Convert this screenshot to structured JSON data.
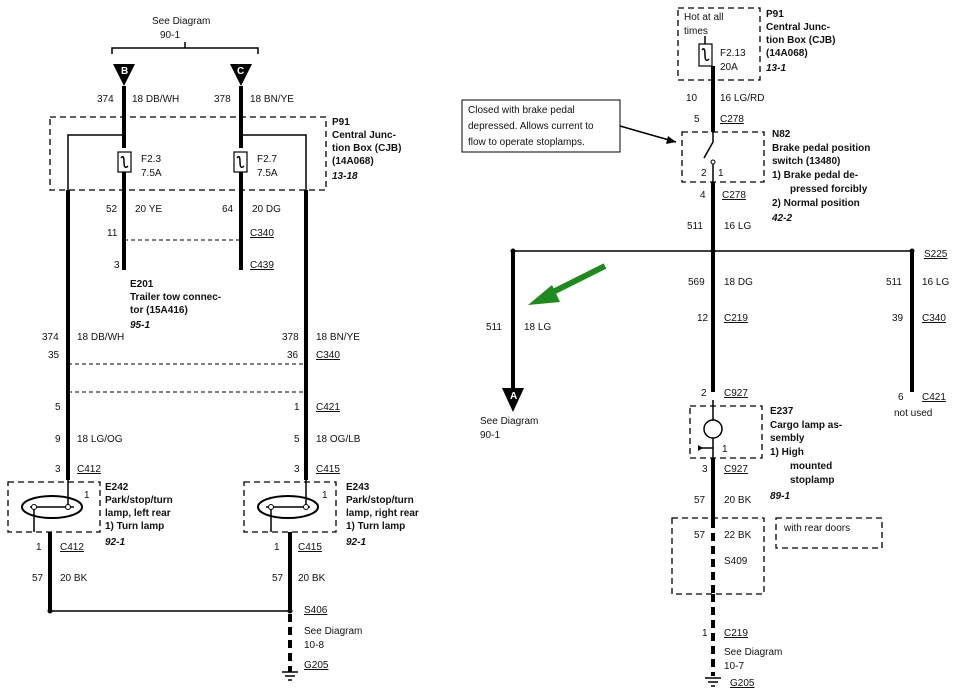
{
  "left": {
    "see_top": [
      "See Diagram",
      "90-1"
    ],
    "conn_b": "B",
    "conn_c": "C",
    "w_374a": "374",
    "w_374a_wire": "18 DB/WH",
    "w_378a": "378",
    "w_378a_wire": "18 BN/YE",
    "p91": [
      "P91",
      "Central Junc-",
      "tion Box (CJB)",
      "(14A068)"
    ],
    "p91_ref": "13-18",
    "f23": [
      "F2.3",
      "7.5A"
    ],
    "f27": [
      "F2.7",
      "7.5A"
    ],
    "w52": "52",
    "w52_wire": "20 YE",
    "w64": "64",
    "w64_wire": "20 DG",
    "pin11": "11",
    "c340a": "C340",
    "pin3a": "3",
    "c439": "C439",
    "e201": [
      "E201",
      "Trailer tow connec-",
      "tor (15A416)"
    ],
    "e201_ref": "95-1",
    "w_374b": "374",
    "w_374b_wire": "18 DB/WH",
    "w_378b": "378",
    "w_378b_wire": "18 BN/YE",
    "pin35": "35",
    "pin36": "36",
    "c340b": "C340",
    "pin5": "5",
    "pin1": "1",
    "c421": "C421",
    "w9": "9",
    "w9_wire": "18 LG/OG",
    "w5": "5",
    "w5_wire": "18 OG/LB",
    "pin3b": "3",
    "c412a": "C412",
    "pin3c": "3",
    "c415a": "C415",
    "e242": [
      "E242",
      "Park/stop/turn",
      "lamp, left rear",
      "1)   Turn lamp"
    ],
    "e242_ref": "92-1",
    "e243": [
      "E243",
      "Park/stop/turn",
      "lamp, right rear",
      "1)   Turn lamp"
    ],
    "e243_ref": "92-1",
    "lamp_pin1a": "1",
    "lamp_pin1b": "1",
    "pin1c": "1",
    "c412b": "C412",
    "pin1d": "1",
    "c415b": "C415",
    "w57a": "57",
    "w57a_wire": "20 BK",
    "w57b": "57",
    "w57b_wire": "20 BK",
    "s406": "S406",
    "see_bottom": [
      "See Diagram",
      "10-8"
    ],
    "g205": "G205"
  },
  "right": {
    "hot": [
      "Hot at all",
      "times"
    ],
    "f213": [
      "F2.13",
      "20A"
    ],
    "p91": [
      "P91",
      "Central Junc-",
      "tion Box (CJB)",
      "(14A068)"
    ],
    "p91_ref": "13-1",
    "w10": "10",
    "w10_wire": "16 LG/RD",
    "pin5": "5",
    "c278a": "C278",
    "callout": [
      "Closed with brake pedal",
      "depressed.  Allows current to",
      "flow to operate stoplamps."
    ],
    "n82": [
      "N82",
      "Brake pedal position",
      "switch (13480)",
      "1)   Brake pedal de-",
      "pressed forcibly",
      "2)   Normal position"
    ],
    "n82_ref": "42-2",
    "sw_2": "2",
    "sw_1": "1",
    "pin4": "4",
    "c278b": "C278",
    "w511a": "511",
    "w511a_wire": "16 LG",
    "s225": "S225",
    "w511b": "511",
    "w511b_wire": "18 LG",
    "w569": "569",
    "w569_wire": "18 DG",
    "w511c": "511",
    "w511c_wire": "16 LG",
    "pin12": "12",
    "c219a": "C219",
    "pin39": "39",
    "c340": "C340",
    "conn_a": "A",
    "see_a": [
      "See Diagram",
      "90-1"
    ],
    "pin2": "2",
    "c927a": "C927",
    "e237": [
      "E237",
      "Cargo lamp as-",
      "sembly",
      "1)    High",
      "mounted",
      "stoplamp"
    ],
    "e237_ref": "89-1",
    "lamp_pin1": "1",
    "pin6": "6",
    "c421": "C421",
    "not_used": "not used",
    "pin3": "3",
    "c927b": "C927",
    "w57a": "57",
    "w57a_wire": "20 BK",
    "w57b": "57",
    "w57b_wire": "22 BK",
    "with_rear": "with rear doors",
    "s409": "S409",
    "pin1": "1",
    "c219b": "C219",
    "see_bottom": [
      "See Diagram",
      "10-7"
    ],
    "g205": "G205"
  },
  "colors": {
    "arrow": "#1f8a1f"
  }
}
